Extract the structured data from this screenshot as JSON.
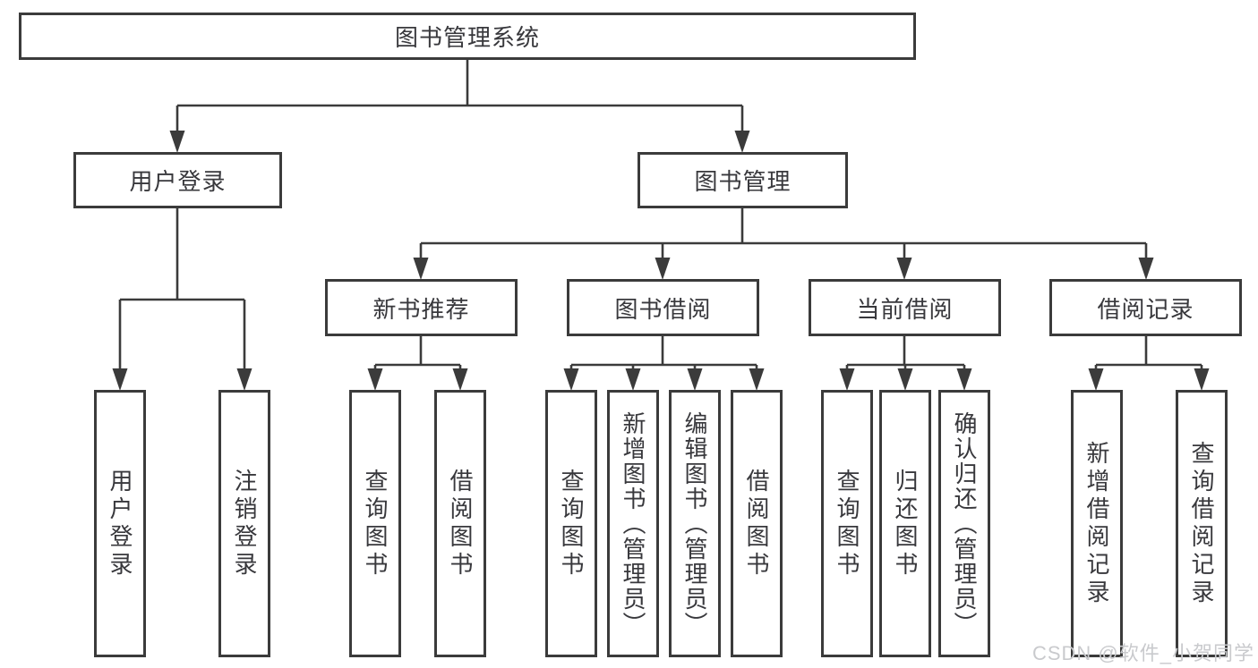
{
  "diagram": {
    "title": "图书管理系统",
    "type": "hierarchy-tree"
  },
  "colors": {
    "line": "#3b3b3b",
    "box_border": "#3b3b3b",
    "box_background": "#ffffff",
    "text": "#38383c",
    "watermark_text": "#c9cacd",
    "background": "#ffffff"
  },
  "tree": {
    "label": "图书管理系统",
    "children": [
      {
        "label": "用户登录",
        "children": [
          {
            "label": "用户登录"
          },
          {
            "label": "注销登录"
          }
        ]
      },
      {
        "label": "图书管理",
        "children": [
          {
            "label": "新书推荐",
            "children": [
              {
                "label": "查询图书"
              },
              {
                "label": "借阅图书"
              }
            ]
          },
          {
            "label": "图书借阅",
            "children": [
              {
                "label": "查询图书"
              },
              {
                "label": "新增图书（管理员）"
              },
              {
                "label": "编辑图书（管理员）"
              },
              {
                "label": "借阅图书"
              }
            ]
          },
          {
            "label": "当前借阅",
            "children": [
              {
                "label": "查询图书"
              },
              {
                "label": "归还图书"
              },
              {
                "label": "确认归还（管理员）"
              }
            ]
          },
          {
            "label": "借阅记录",
            "children": [
              {
                "label": "新增借阅记录"
              },
              {
                "label": "查询借阅记录"
              }
            ]
          }
        ]
      }
    ]
  },
  "watermark": {
    "text": "CSDN @软件_小贺同学"
  }
}
